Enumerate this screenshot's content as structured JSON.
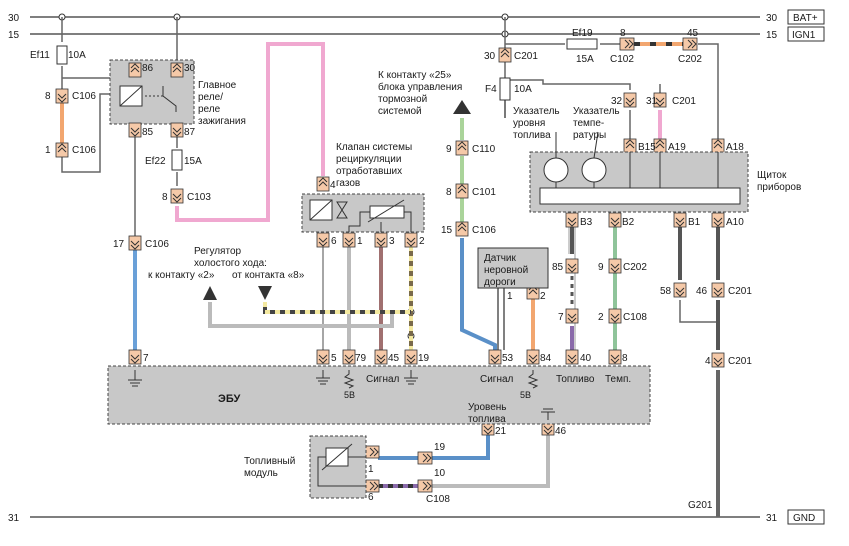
{
  "rails": {
    "bat_left": "30",
    "bat_right": "30",
    "bat_label": "BAT+",
    "ign_left": "15",
    "ign_right": "15",
    "ign_label": "IGN1",
    "gnd_left": "31",
    "gnd_right": "31",
    "gnd_label": "GND"
  },
  "fuses": {
    "ef11": "Ef11",
    "ef11_rating": "10A",
    "ef22": "Ef22",
    "ef22_rating": "15A",
    "ef19": "Ef19",
    "ef19_rating": "15A",
    "f4": "F4",
    "f4_rating": "10A"
  },
  "relay": {
    "label": [
      "Главное",
      "реле/",
      "реле",
      "зажигания"
    ],
    "pins": [
      "86",
      "30",
      "85",
      "87"
    ]
  },
  "egr": {
    "label": [
      "Клапан системы",
      "рециркуляции",
      "отработавших",
      "газов"
    ],
    "pins": [
      "4",
      "6",
      "1",
      "3",
      "2"
    ]
  },
  "idle": {
    "label": [
      "Регулятор",
      "холостого хода:"
    ],
    "left": "к контакту «2»",
    "right": "от контакта «8»"
  },
  "brake": {
    "label": [
      "К контакту «25»",
      "блока управления",
      "тормозной",
      "системой"
    ]
  },
  "sensor": {
    "label": [
      "Датчик",
      "неровной",
      "дороги"
    ],
    "pins": [
      "1",
      "2"
    ]
  },
  "cluster": {
    "label": [
      "Щиток",
      "приборов"
    ],
    "fuel_gauge": [
      "Указатель",
      "уровня",
      "топлива"
    ],
    "temp_gauge": [
      "Указатель",
      "темпе-",
      "ратуры"
    ],
    "top_pins": [
      "B15",
      "A19",
      "A18"
    ],
    "bottom_pins": [
      "B3",
      "B2",
      "B1",
      "A10"
    ]
  },
  "ecu": {
    "label": "ЭБУ",
    "pins": [
      "7",
      "5",
      "79",
      "45",
      "19",
      "53",
      "84",
      "40",
      "8",
      "21",
      "46"
    ],
    "labels": {
      "signal1": "Сигнал",
      "signal2": "Сигнал",
      "fuel": "Топливо",
      "temp": "Темп.",
      "v5a": "5В",
      "v5b": "5В",
      "fuel_level": [
        "Уровень",
        "топлива"
      ]
    }
  },
  "fuel_module": {
    "label": [
      "Топливный",
      "модуль"
    ],
    "pins": [
      "1",
      "6"
    ]
  },
  "connectors": {
    "c106_a_pin": "8",
    "c106_a": "C106",
    "c106_b_pin": "1",
    "c106_b": "C106",
    "c106_c_pin": "17",
    "c106_c": "C106",
    "c106_d_pin": "15",
    "c106_d": "C106",
    "c103_pin": "8",
    "c103": "C103",
    "c110_pin": "9",
    "c110": "C110",
    "c101_pin": "8",
    "c101": "C101",
    "c201_a_pin": "30",
    "c201_a": "C201",
    "c102_pin": "8",
    "c102": "C102",
    "c202_a_pin": "45",
    "c202_a": "C202",
    "c201_b_pin1": "32",
    "c201_b_pin2": "31",
    "c201_b": "C201",
    "c202_b_pin1": "85",
    "c202_b_pin2": "9",
    "c202_b": "C202",
    "c108_a_pin1": "7",
    "c108_a_pin2": "2",
    "c108_a": "C108",
    "c201_c_pin1": "58",
    "c201_c_pin2": "46",
    "c201_c": "C201",
    "c201_d_pin": "4",
    "c201_d": "C201",
    "c108_b_pin1": "19",
    "c108_b_pin2": "10",
    "c108_b": "C108",
    "g201": "G201"
  }
}
